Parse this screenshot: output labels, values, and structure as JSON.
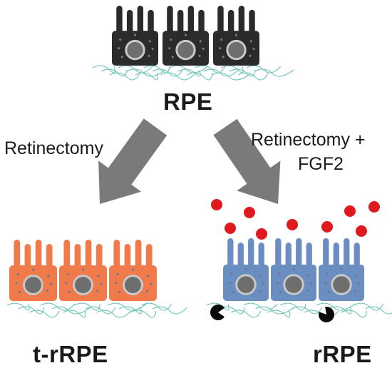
{
  "labels": {
    "top": "RPE",
    "left_condition": "Retinectomy",
    "right_condition_line1": "Retinectomy +",
    "right_condition_line2": "FGF2",
    "bottom_left": "t-rRPE",
    "bottom_right": "rRPE"
  },
  "colors": {
    "rpe_cells": "#2b2b2b",
    "t_rrpe_cells": "#f07a4a",
    "rrpe_cells": "#6a8ec2",
    "nucleus_fill": "#6e6e6e",
    "nucleus_ring": "#c8c8c8",
    "granules": "#6b7a8c",
    "fibers": "#5fbfae",
    "arrows": "#7a7a7a",
    "fgf2_dots": "#e0181f",
    "pacman": "#0a0a0a"
  },
  "icons": {
    "fgf2": "red-circle",
    "macrophage": "pacman-shape"
  }
}
